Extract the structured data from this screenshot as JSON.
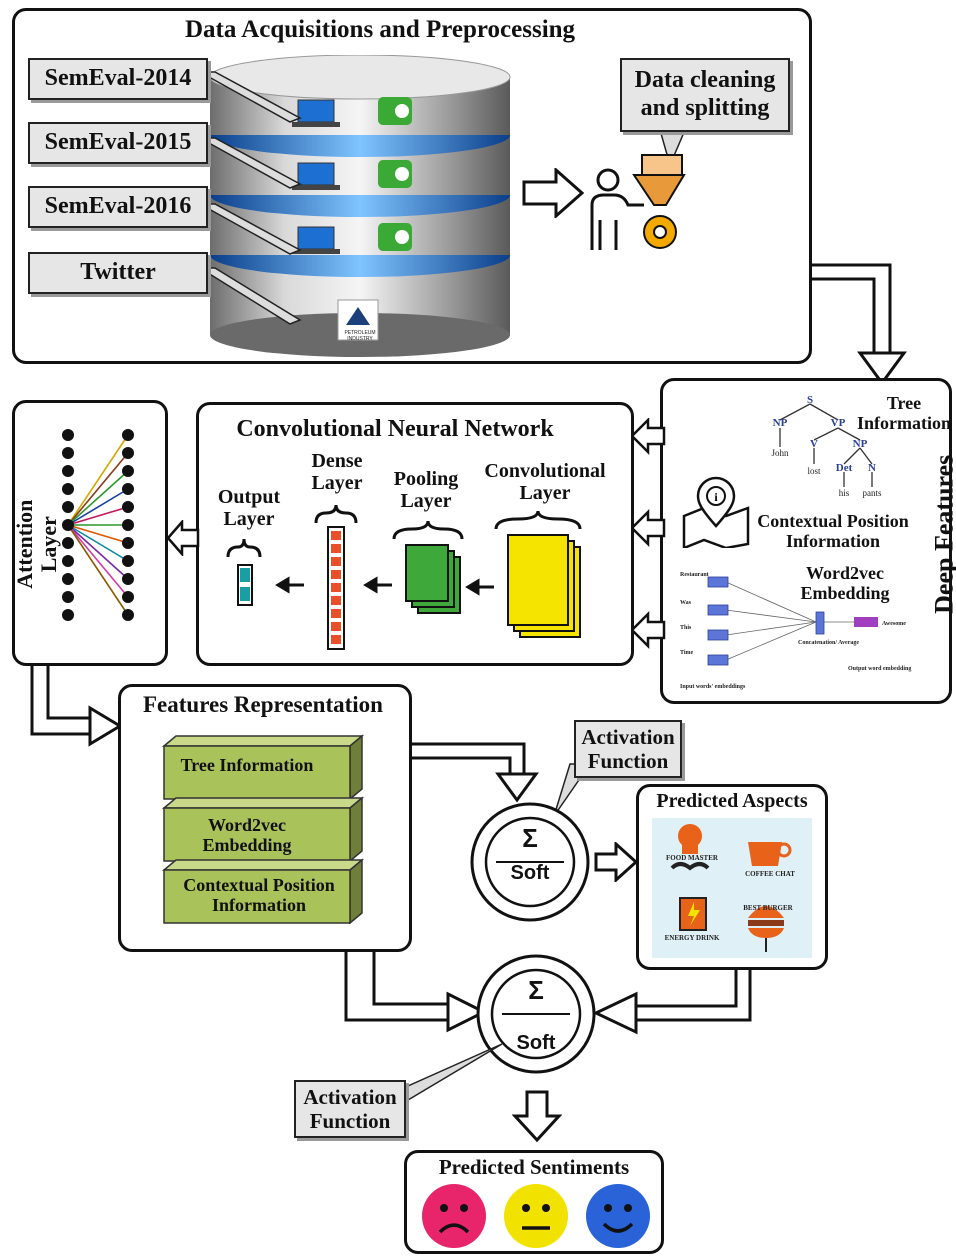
{
  "acquisition": {
    "title": "Data Acquisitions and Preprocessing",
    "datasets": [
      "SemEval-2014",
      "SemEval-2015",
      "SemEval-2016",
      "Twitter"
    ],
    "cleaning_label": "Data cleaning and splitting",
    "db_badge": "PETROLEUM INDUSTRY"
  },
  "cnn": {
    "title": "Convolutional Neural Network",
    "output_layer": "Output Layer",
    "dense_layer": "Dense Layer",
    "pooling_layer": "Pooling Layer",
    "conv_layer": "Convolutional Layer"
  },
  "attention": {
    "title": "Attention Layer"
  },
  "deep_features": {
    "title": "Deep Features",
    "tree_info": "Tree Information",
    "context_info": "Contextual Position Information",
    "w2v": "Word2vec Embedding",
    "tree_nodes": {
      "s": "S",
      "np": "NP",
      "vp": "VP",
      "v": "V",
      "np2": "NP",
      "det": "Det",
      "n": "N",
      "john": "John",
      "lost": "lost",
      "his": "his",
      "pants": "pants"
    },
    "w2v_words": [
      "Restaurant",
      "Was",
      "This",
      "Time"
    ],
    "w2v_concat": "Concatenation/ Average",
    "w2v_out": "Awesome",
    "w2v_input_label": "Input words' embeddings",
    "w2v_output_label": "Output word embedding"
  },
  "features": {
    "title": "Features Representation",
    "layers": [
      "Tree Information",
      "Word2vec Embedding",
      "Contextual Position Information"
    ]
  },
  "activation1": {
    "label": "Activation Function",
    "sigma": "Σ",
    "soft": "Soft"
  },
  "activation2": {
    "label": "Activation Function",
    "sigma": "Σ",
    "soft": "Soft"
  },
  "aspects": {
    "title": "Predicted Aspects",
    "items": [
      "FOOD MASTER",
      "COFFEE CHAT",
      "ENERGY DRINK",
      "BEST BURGER"
    ]
  },
  "sentiments": {
    "title": "Predicted Sentiments"
  },
  "colors": {
    "negative": "#e8246a",
    "neutral": "#f2e200",
    "positive": "#2a63d8"
  }
}
